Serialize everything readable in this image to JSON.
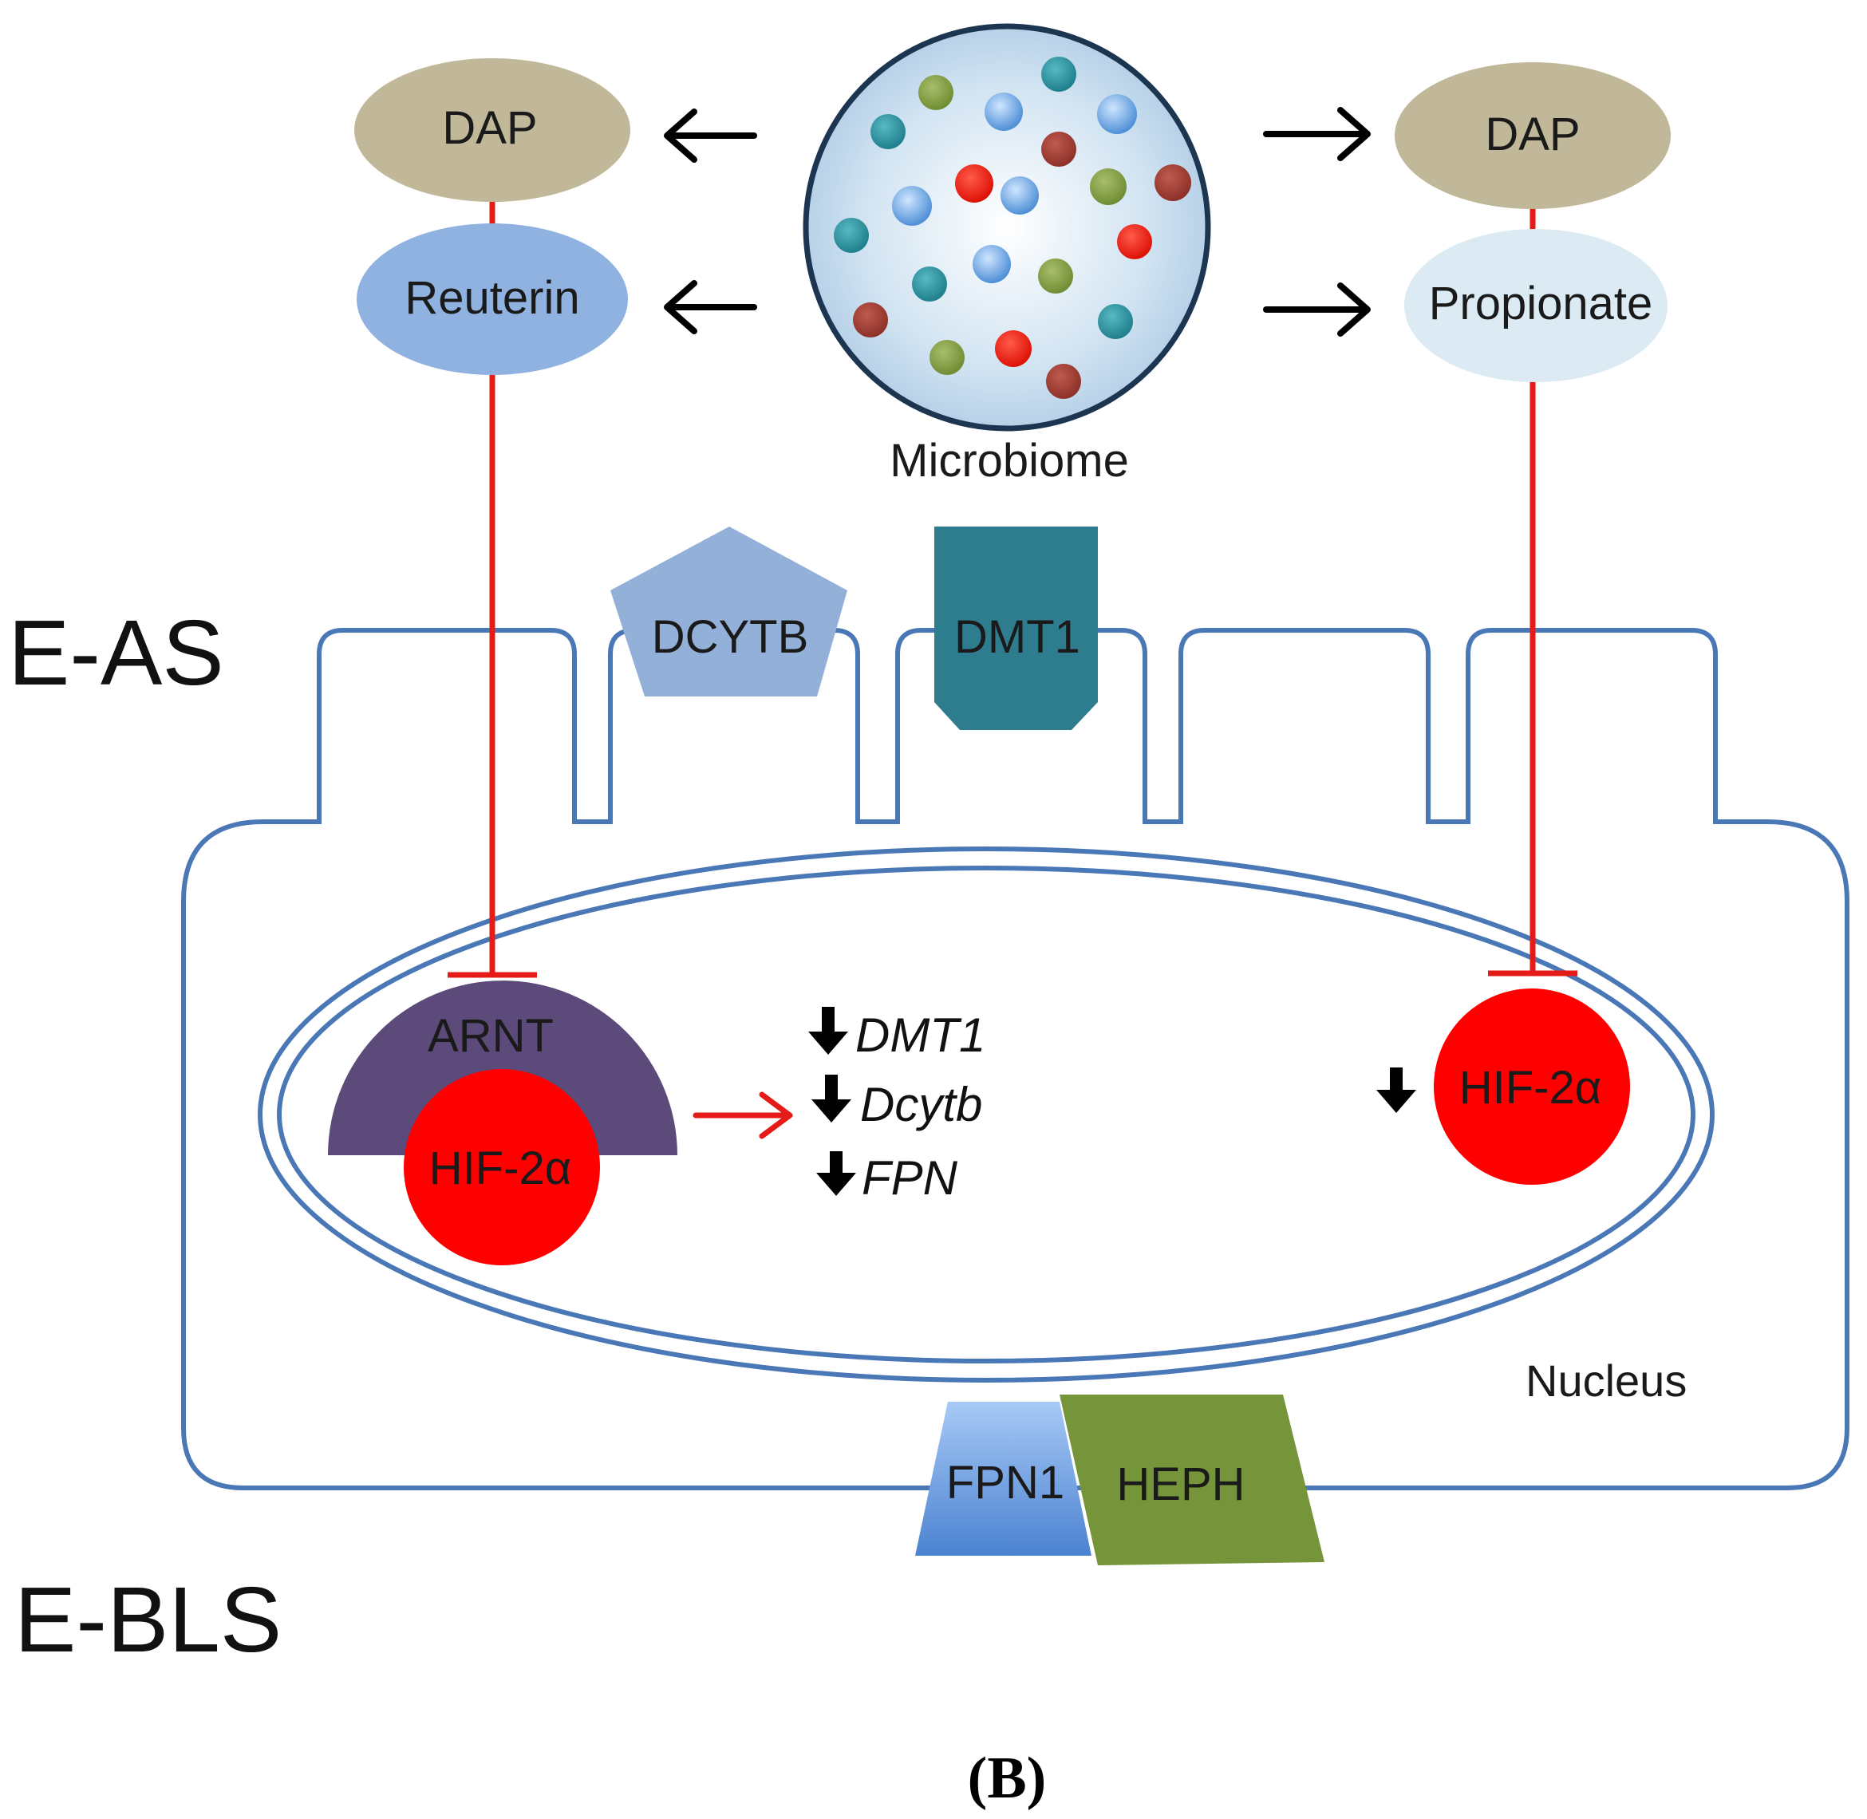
{
  "colors": {
    "membrane": "#4a78b6",
    "inhibit": "#e41b17",
    "dap": "#c1b89a",
    "reuterin": "#8fb2e0",
    "propionate": "#dcebf3",
    "dcytb": "#93b0d8",
    "dmt1": "#2e7d8f",
    "arnt": "#5b4a7a",
    "hif": "#ff0000",
    "fpn1": "#6a9fe0",
    "heph": "#76953a"
  },
  "left": {
    "dap": "DAP",
    "reuterin": "Reuterin"
  },
  "right": {
    "dap": "DAP",
    "propionate": "Propionate"
  },
  "microbiome": {
    "label": "Microbiome"
  },
  "sides": {
    "apical": "E-AS",
    "basolateral": "E-BLS"
  },
  "transporters": {
    "dcytb": "DCYTB",
    "dmt1": "DMT1",
    "fpn1": "FPN1",
    "heph": "HEPH"
  },
  "nucleus": {
    "label": "Nucleus",
    "arnt": "ARNT",
    "hif_nuclear": "HIF-2α",
    "genes": [
      "DMT1",
      "Dcytb",
      "FPN"
    ]
  },
  "cytoplasm": {
    "hif": "HIF-2α"
  },
  "panel_label": "(B)"
}
